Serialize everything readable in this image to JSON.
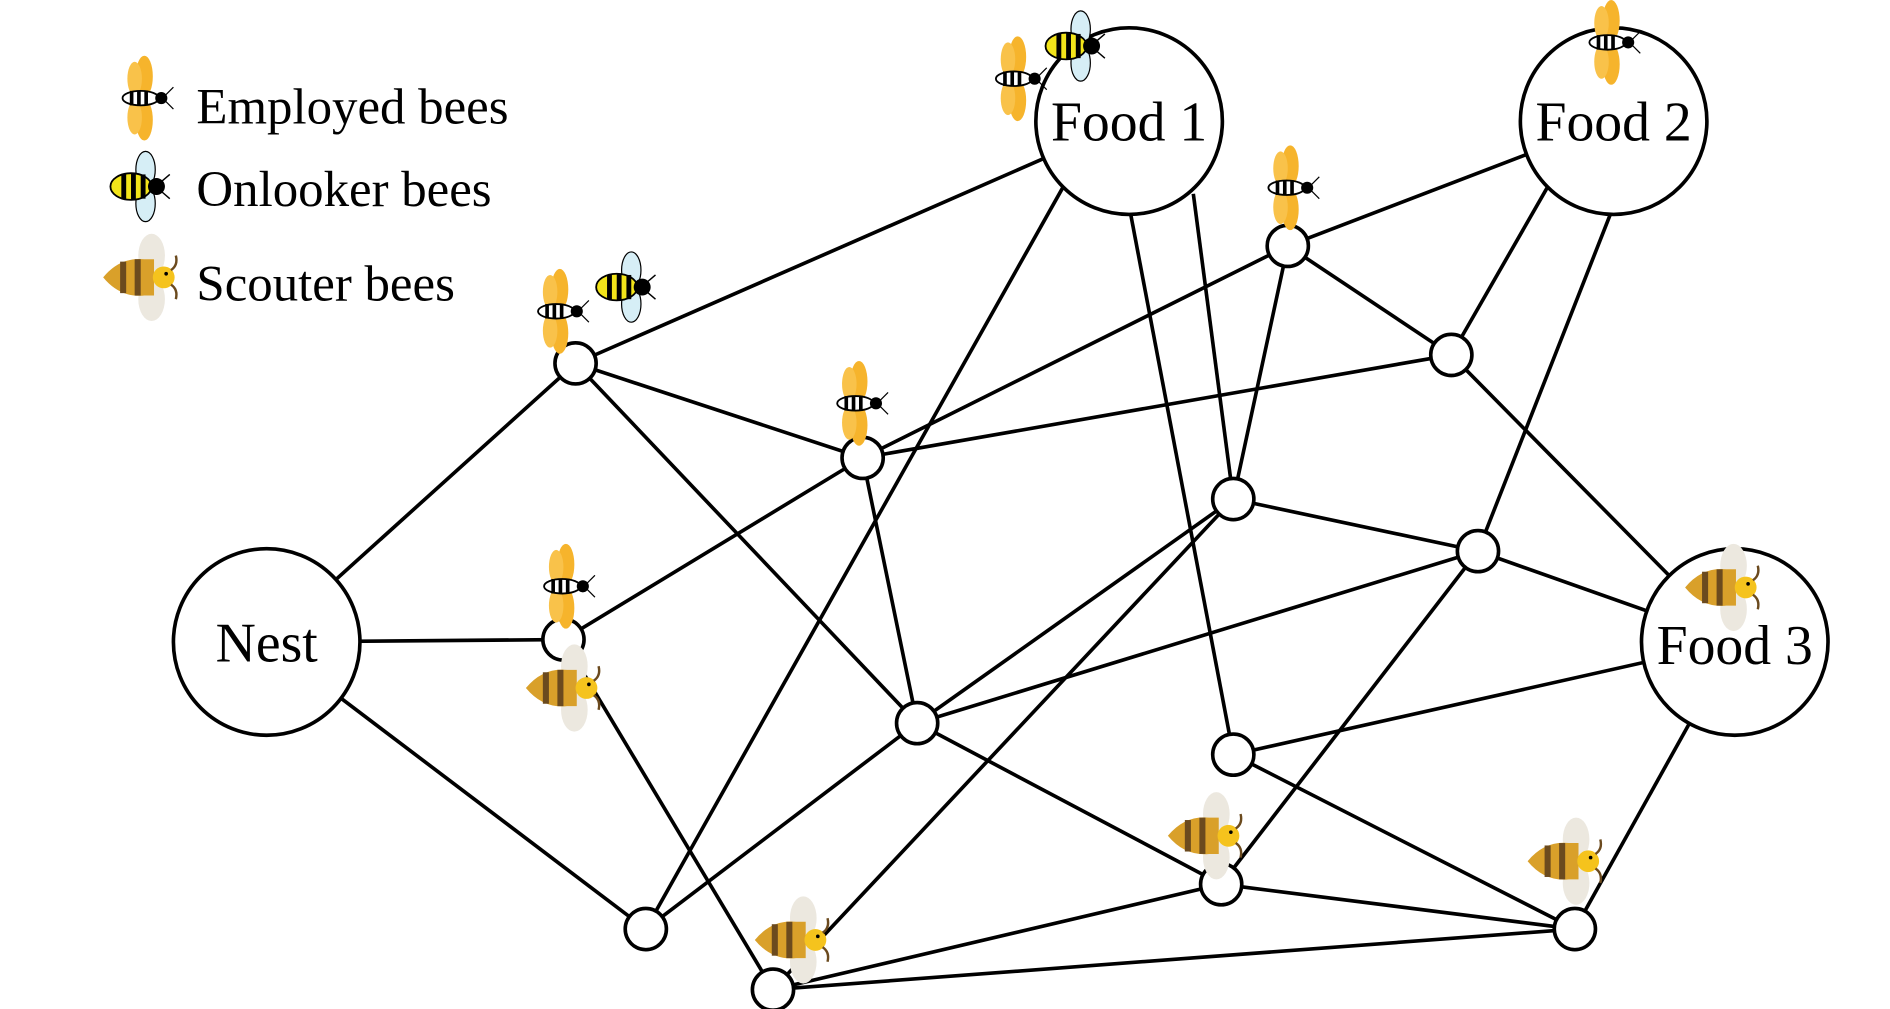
{
  "legend": {
    "employed": "Employed bees",
    "onlooker": "Onlooker bees",
    "scouter": "Scouter bees"
  },
  "nodes": {
    "nest": "Nest",
    "food1": "Food 1",
    "food2": "Food 2",
    "food3": "Food 3"
  },
  "colors": {
    "employed_wing": "#f6b42c",
    "onlooker_wing": "#d6eef6",
    "onlooker_body": "#f2e41a",
    "scouter_body": "#d9a02a",
    "scouter_wing": "#ece8df"
  }
}
